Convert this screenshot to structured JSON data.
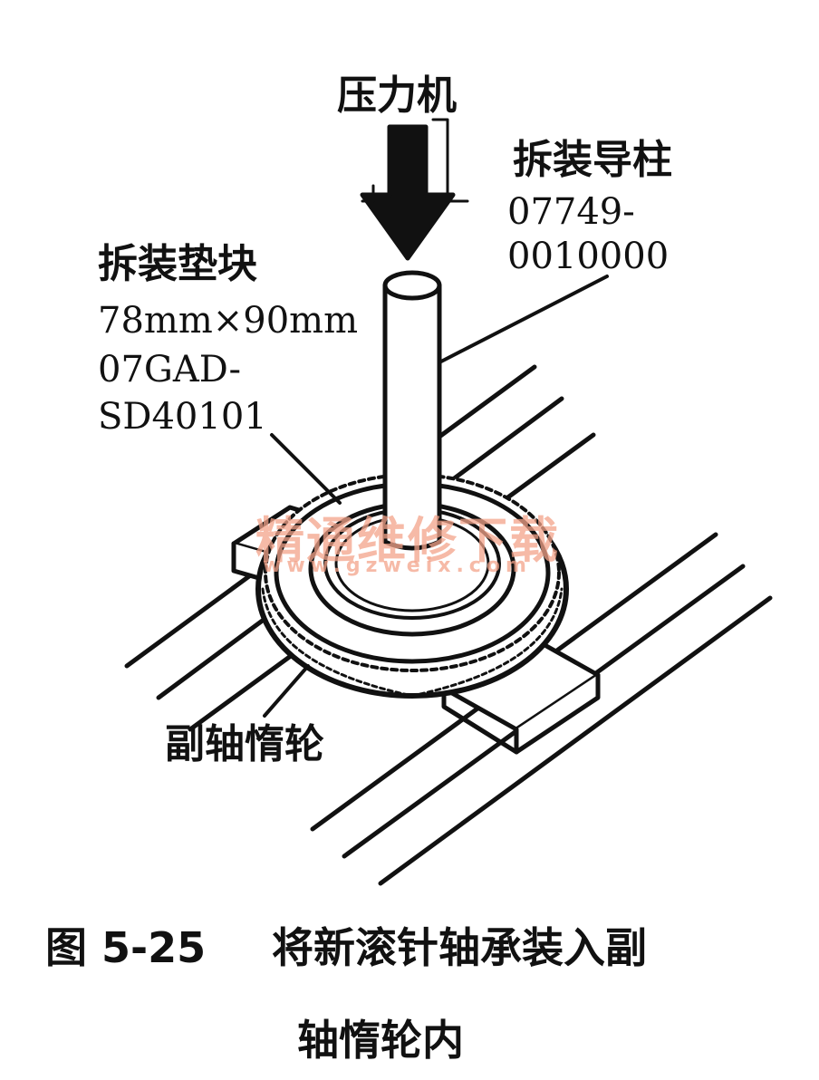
{
  "labels": {
    "press": "压力机",
    "guide_name": "拆装导柱",
    "guide_code_1": "07749-",
    "guide_code_2": "0010000",
    "pad_name": "拆装垫块",
    "pad_size": "78mm×90mm",
    "pad_code_1": "07GAD-",
    "pad_code_2": "SD40101",
    "gear_name": "副轴惰轮"
  },
  "watermark": {
    "text": "精通维修下载",
    "url": "www.gzweix.com",
    "color": "#f3a38a"
  },
  "caption": {
    "figure_no": "图 5-25",
    "line1": "将新滚针轴承装入副",
    "line2": "轴惰轮内"
  }
}
